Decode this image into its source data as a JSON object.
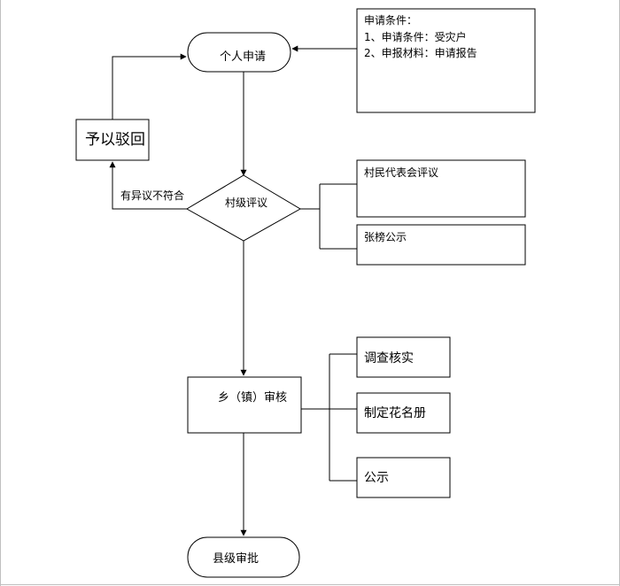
{
  "diagram": {
    "apply": "个人申请",
    "conditions": {
      "heading": "申请条件：",
      "items": [
        "1、申请条件：受灾户",
        "2、申报材料：申请报告"
      ]
    },
    "reject": "予以驳回",
    "reject_condition": "有异议不符合",
    "village": "村级评议",
    "village_steps": [
      "村民代表会评议",
      "张榜公示"
    ],
    "township": "乡（镇）审核",
    "township_steps": [
      "调查核实",
      "制定花名册",
      "公示"
    ],
    "county": "县级审批"
  }
}
